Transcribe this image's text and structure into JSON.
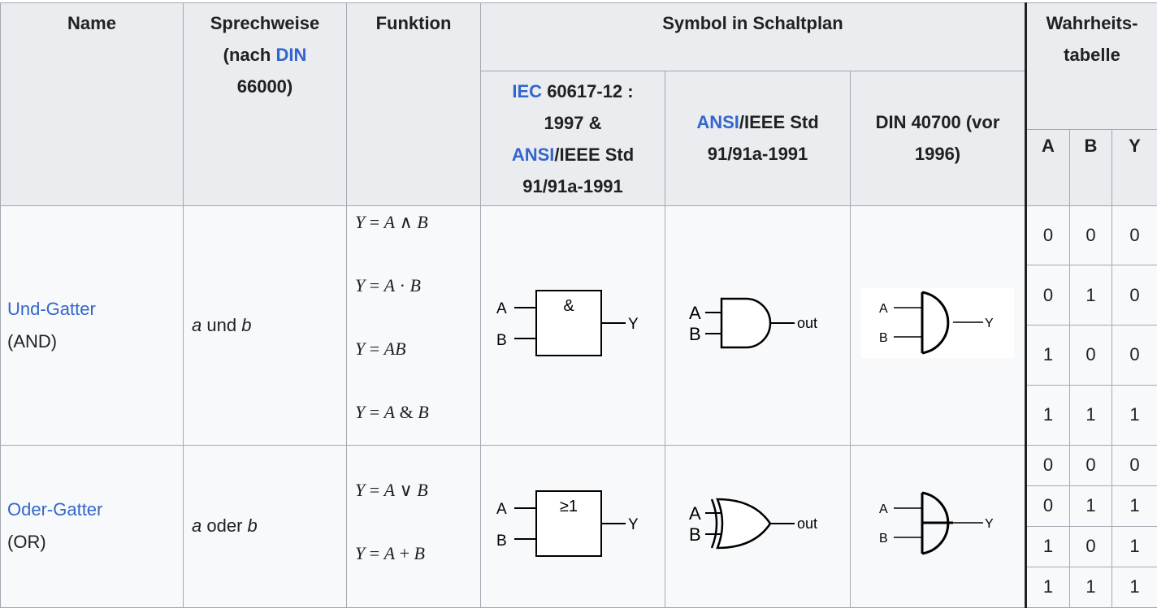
{
  "header": {
    "name": "Name",
    "sprechweise_1": "Sprechweise",
    "sprechweise_2": "(nach",
    "sprechweise_link": "DIN",
    "sprechweise_3": "66000)",
    "funktion": "Funktion",
    "symbol": "Symbol in Schaltplan",
    "iec_link": "IEC",
    "iec_1": " 60617-12 :",
    "iec_2": "1997 &",
    "iec_ansi_link": "ANSI",
    "iec_3": "/IEEE Std",
    "iec_4": "91/91a-1991",
    "ansi_link": "ANSI",
    "ansi_1": "/IEEE Std",
    "ansi_2": "91/91a-1991",
    "din_1": "DIN 40700 (vor",
    "din_2": "1996)",
    "wahrheit_1": "Wahrheits-",
    "wahrheit_2": "tabelle",
    "col_a": "A",
    "col_b": "B",
    "col_y": "Y"
  },
  "rows": [
    {
      "name_link": "Und-Gatter",
      "name_abbr": "(AND)",
      "speech_a": "a",
      "speech_op": " und ",
      "speech_b": "b",
      "functions": [
        {
          "lhs": "Y",
          "eq": " = ",
          "a": "A",
          "op": " ∧ ",
          "b": "B"
        },
        {
          "lhs": "Y",
          "eq": " = ",
          "a": "A",
          "op": " · ",
          "b": "B"
        },
        {
          "lhs": "Y",
          "eq": " = ",
          "a": "A",
          "op": "",
          "b": "B"
        },
        {
          "lhs": "Y",
          "eq": " = ",
          "a": "A",
          "op": " & ",
          "b": "B"
        }
      ],
      "iec_symbol": "&",
      "in_a": "A",
      "in_b": "B",
      "out_y": "Y",
      "out_label": "out",
      "truth": [
        [
          "0",
          "0",
          "0"
        ],
        [
          "0",
          "1",
          "0"
        ],
        [
          "1",
          "0",
          "0"
        ],
        [
          "1",
          "1",
          "1"
        ]
      ]
    },
    {
      "name_link": "Oder-Gatter",
      "name_abbr": "(OR)",
      "speech_a": "a",
      "speech_op": " oder ",
      "speech_b": "b",
      "functions": [
        {
          "lhs": "Y",
          "eq": " = ",
          "a": "A",
          "op": " ∨ ",
          "b": "B"
        },
        {
          "lhs": "Y",
          "eq": " = ",
          "a": "A",
          "op": " + ",
          "b": "B"
        }
      ],
      "iec_symbol": "≥1",
      "in_a": "A",
      "in_b": "B",
      "out_y": "Y",
      "out_label": "out",
      "truth": [
        [
          "0",
          "0",
          "0"
        ],
        [
          "0",
          "1",
          "1"
        ],
        [
          "1",
          "0",
          "1"
        ],
        [
          "1",
          "1",
          "1"
        ]
      ]
    }
  ]
}
